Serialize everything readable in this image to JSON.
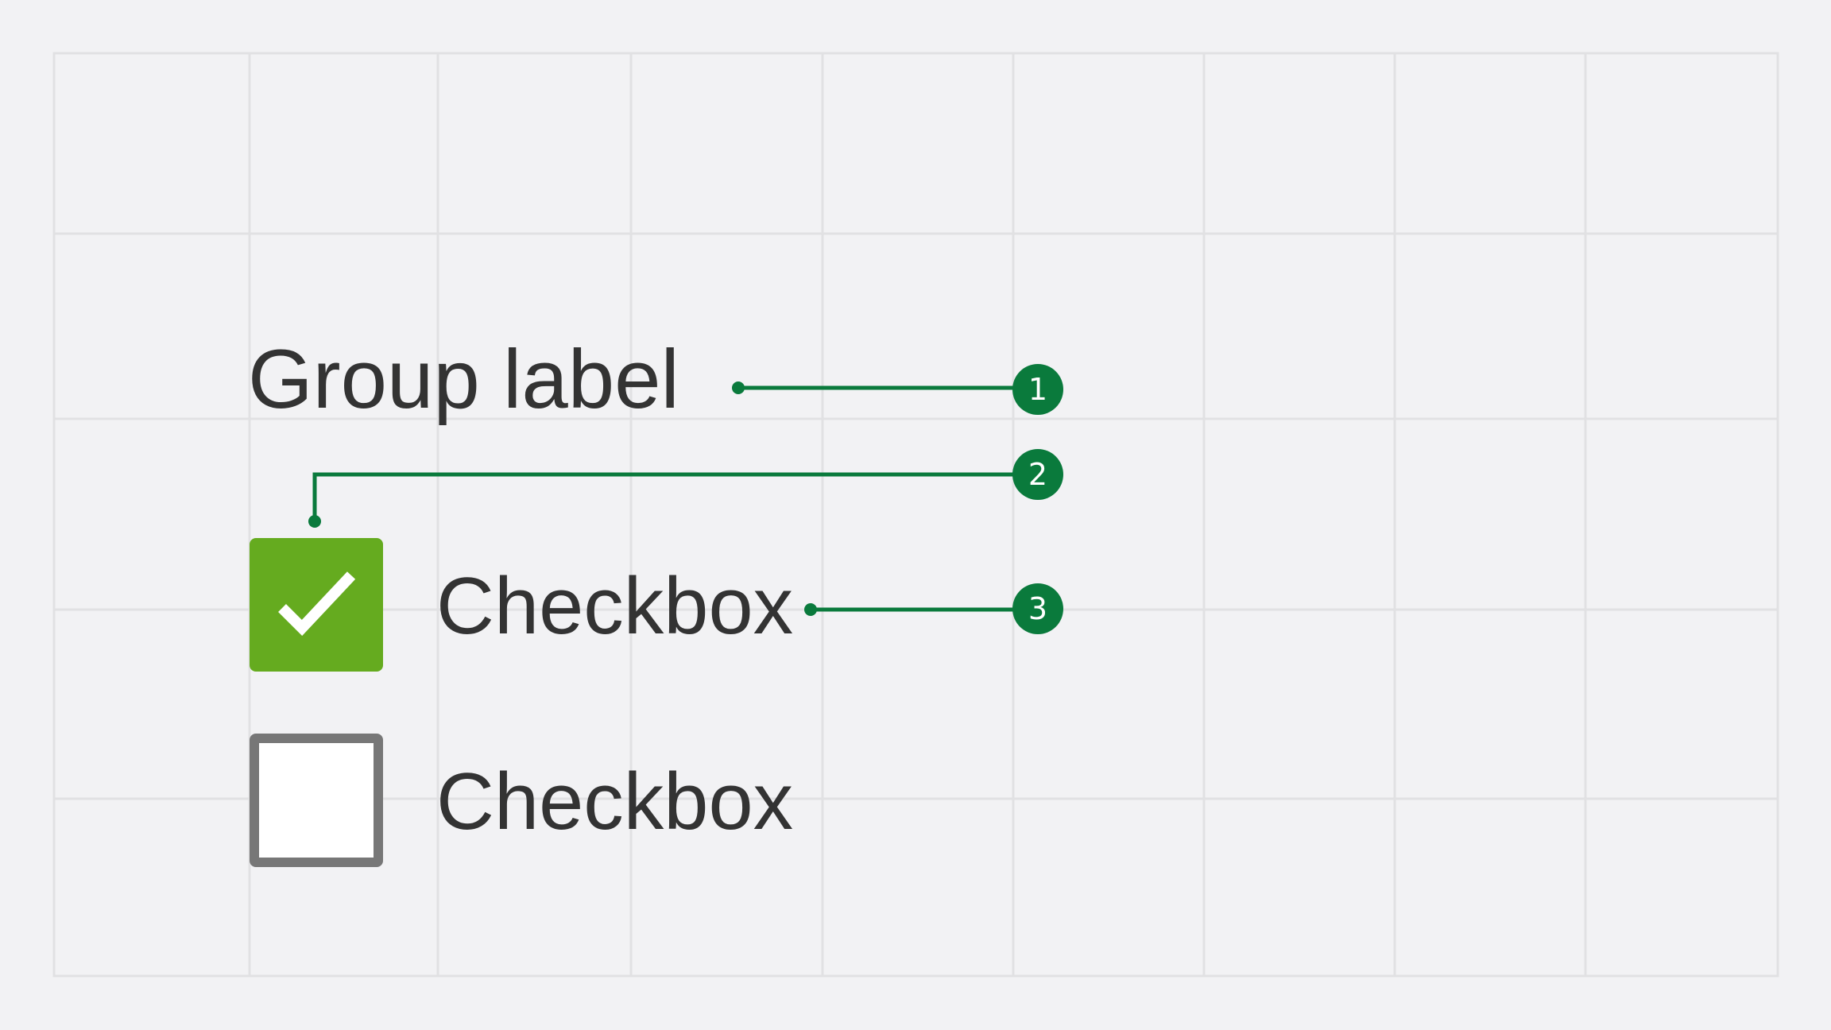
{
  "group_label": "Group label",
  "checkboxes": [
    {
      "label": "Checkbox",
      "checked": true
    },
    {
      "label": "Checkbox",
      "checked": false
    }
  ],
  "callouts": [
    {
      "number": "1"
    },
    {
      "number": "2"
    },
    {
      "number": "3"
    }
  ],
  "icons": {
    "checkmark": "checkmark-icon"
  },
  "colors": {
    "background": "#f2f2f4",
    "grid_line": "#e1e1e3",
    "text": "#333333",
    "checked_fill": "#65ab1f",
    "unchecked_border": "#777777",
    "callout": "#0a7a3c"
  }
}
